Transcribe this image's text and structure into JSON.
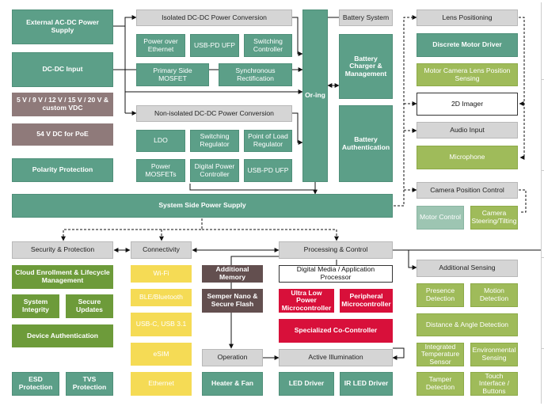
{
  "power": {
    "external_ac_dc": "External AC-DC Power Supply",
    "dc_dc_input": "DC-DC Input",
    "voltages": "5 V / 9 V / 12 V / 15 V / 20 V & custom VDC",
    "poe_54v": "54 V DC for PoE",
    "polarity_protection": "Polarity Protection",
    "isolated_header": "Isolated DC-DC Power Conversion",
    "power_over_ethernet": "Power over Ethernet",
    "usb_pd_ufp": "USB-PD UFP",
    "switching_controller": "Switching Controller",
    "primary_side_mosfet": "Primary Side MOSFET",
    "synchronous_rectification": "Synchronous Rectification",
    "non_isolated_header": "Non-isolated DC-DC Power Conversion",
    "ldo": "LDO",
    "switching_regulator": "Switching Regulator",
    "point_of_load_regulator": "Point of Load Regulator",
    "power_mosfets": "Power MOSFETs",
    "digital_power_controller": "Digital Power Controller",
    "usb_pd_ufp_2": "USB-PD UFP",
    "oring": "Or-ing",
    "battery_header": "Battery System",
    "battery_charger": "Battery Charger & Management",
    "battery_authentication": "Battery Authentication",
    "system_side_power_supply": "System Side Power Supply"
  },
  "lens": {
    "header": "Lens Positioning",
    "discrete_motor_driver": "Discrete Motor Driver",
    "motor_camera_lens": "Motor Camera Lens Position Sensing",
    "imager_2d": "2D Imager",
    "audio_header": "Audio Input",
    "microphone": "Microphone",
    "camera_position_header": "Camera Position Control",
    "motor_control": "Motor Control",
    "camera_steering": "Camera Steering/Tilting"
  },
  "security": {
    "header": "Security & Protection",
    "cloud_enrollment": "Cloud Enrollment & Lifecycle Management",
    "system_integrity": "System Integrity",
    "secure_updates": "Secure Updates",
    "device_authentication": "Device Authentication",
    "esd_protection": "ESD Protection",
    "tvs_protection": "TVS Protection"
  },
  "connectivity": {
    "header": "Connectivity",
    "wifi": "Wi-Fi",
    "ble": "BLE/Bluetooth",
    "usb": "USB-C, USB 3.1",
    "esim": "eSIM",
    "ethernet": "Ethernet"
  },
  "processing": {
    "header": "Processing & Control",
    "additional_memory": "Additional Memory",
    "semper_nano": "Semper Nano & Secure Flash",
    "digital_media_processor": "Digital Media / Application Processor",
    "ultra_low_power_mcu": "Ultra Low Power Microcontroller",
    "peripheral_mcu": "Peripheral Microcontroller",
    "co_controller": "Specialized Co-Controller",
    "operation_header": "Operation",
    "heater_fan": "Heater & Fan",
    "active_illumination_header": "Active Illumination",
    "led_driver": "LED Driver",
    "ir_led_driver": "IR LED Driver"
  },
  "sensing": {
    "header": "Additional Sensing",
    "presence_detection": "Presence Detection",
    "motion_detection": "Motion Detection",
    "distance_angle": "Distance & Angle Detection",
    "integrated_temp": "Integrated Temperature Sensor",
    "environmental_sensing": "Environmental Sensing",
    "tamper_detection": "Tamper Detection",
    "touch_interface": "Touch Interface / Buttons"
  }
}
